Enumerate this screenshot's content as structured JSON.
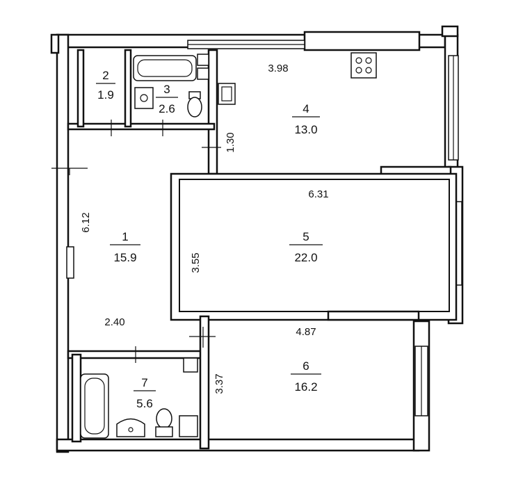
{
  "rooms": [
    {
      "id": "1",
      "area": "15.9"
    },
    {
      "id": "2",
      "area": "1.9"
    },
    {
      "id": "3",
      "area": "2.6"
    },
    {
      "id": "4",
      "area": "13.0"
    },
    {
      "id": "5",
      "area": "22.0"
    },
    {
      "id": "6",
      "area": "16.2"
    },
    {
      "id": "7",
      "area": "5.6"
    }
  ],
  "dimensions": {
    "kitchen_width": "3.98",
    "corridor_width": "1.30",
    "hall_length": "6.12",
    "hall_width": "2.40",
    "living_width": "6.31",
    "living_depth": "3.55",
    "bedroom_width": "4.87",
    "bedroom_depth": "3.37"
  },
  "colors": {
    "line": "#111111",
    "background": "#ffffff"
  }
}
